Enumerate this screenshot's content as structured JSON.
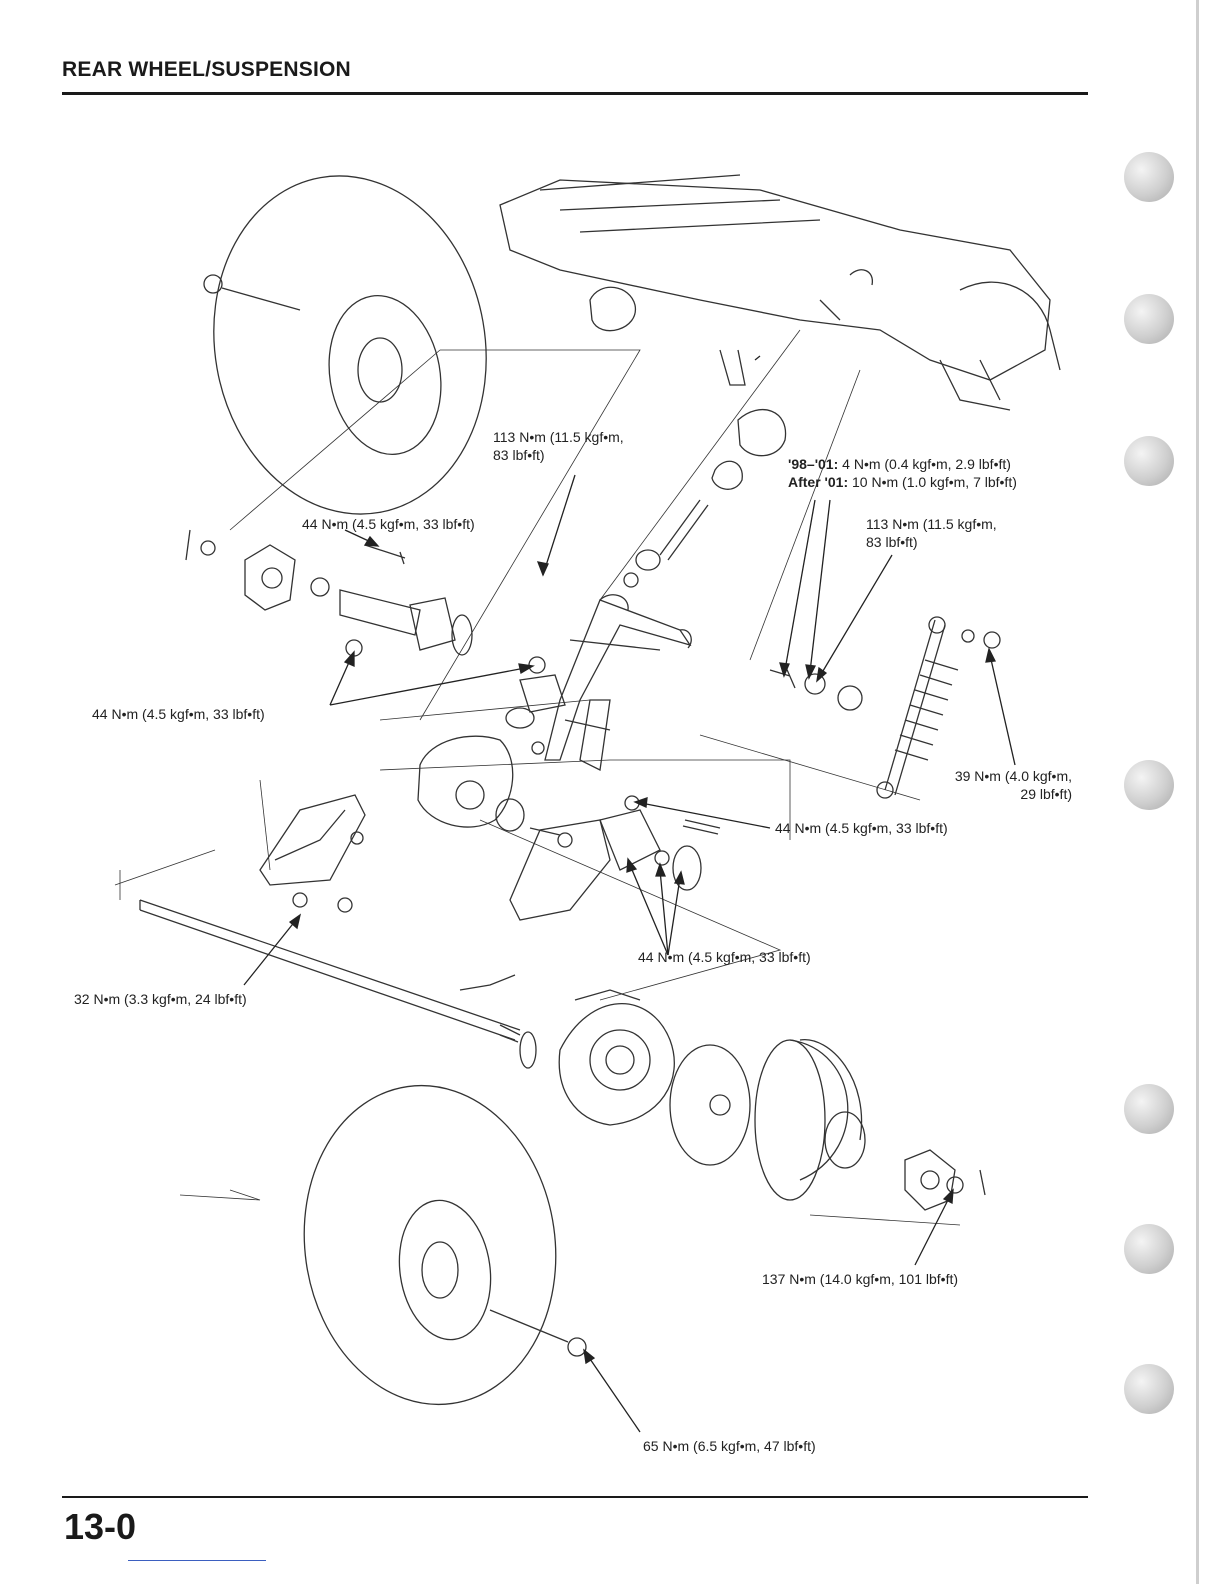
{
  "header": {
    "section_title": "REAR WHEEL/SUSPENSION"
  },
  "footer": {
    "page_number": "13-0"
  },
  "callouts": {
    "top_center": {
      "line1": "113 N•m (11.5 kgf•m,",
      "line2": "83 lbf•ft)"
    },
    "model_years": {
      "line1_prefix": "'98–'01:",
      "line1_value": "4 N•m (0.4 kgf•m, 2.9 lbf•ft)",
      "line2_prefix": "After '01:",
      "line2_value": "10 N•m (1.0 kgf•m, 7 lbf•ft)"
    },
    "hub_bolt": "44 N•m (4.5 kgf•m, 33 lbf•ft)",
    "right_113": {
      "line1": "113 N•m (11.5 kgf•m,",
      "line2": "83 lbf•ft)"
    },
    "left_44": "44 N•m (4.5 kgf•m, 33 lbf•ft)",
    "shock_39": {
      "line1": "39 N•m (4.0 kgf•m,",
      "line2": "29 lbf•ft)"
    },
    "mid_right_44": "44 N•m (4.5 kgf•m, 33 lbf•ft)",
    "lower_32": "32 N•m (3.3 kgf•m, 24 lbf•ft)",
    "lower_44": "44 N•m (4.5 kgf•m, 33 lbf•ft)",
    "axle_nut_137": "137 N•m (14.0 kgf•m, 101 lbf•ft)",
    "wheel_nut_65": "65 N•m (6.5 kgf•m, 47 lbf•ft)"
  }
}
